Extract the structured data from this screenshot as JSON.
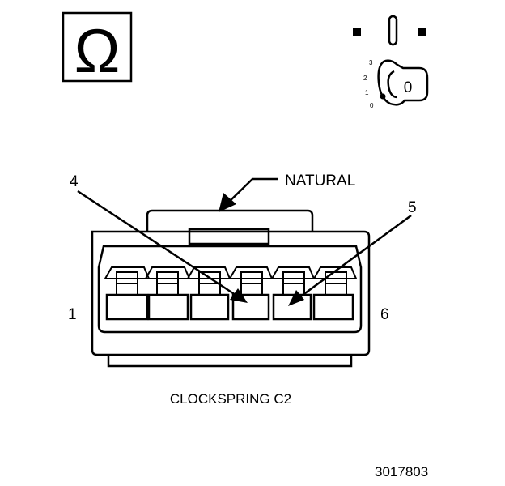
{
  "header": {
    "ohm_symbol": "Ω",
    "ohm_icon": "ohmmeter-icon",
    "ignition_icon": "ignition-key-icon",
    "ignition_positions": [
      "3",
      "2",
      "1",
      "0"
    ],
    "key_position_label": "0"
  },
  "connector": {
    "color_label": "NATURAL",
    "title": "CLOCKSPRING C2",
    "end_pin_left": "1",
    "end_pin_right": "6",
    "callouts": [
      "4",
      "5"
    ]
  },
  "figure_number": "3017803"
}
